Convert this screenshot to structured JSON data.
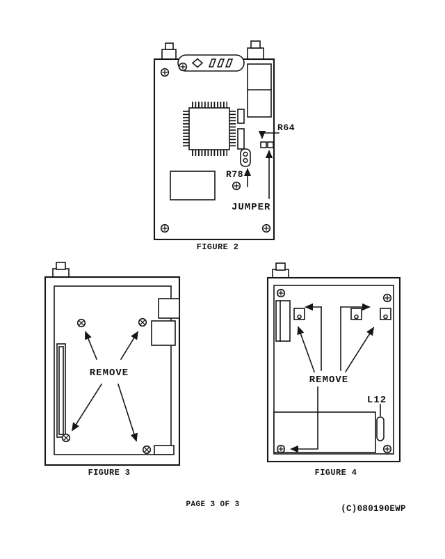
{
  "page": {
    "paper_color": "#ffffff",
    "ink_color": "#161616",
    "footer": {
      "page_number": "PAGE 3 OF 3",
      "copyright_code": "(C)080190EWP"
    }
  },
  "figures": {
    "figure2": {
      "caption": "FIGURE 2",
      "labels": {
        "r64": "R64",
        "r78": "R78",
        "jumper": "JUMPER"
      }
    },
    "figure3": {
      "caption": "FIGURE 3",
      "labels": {
        "remove": "REMOVE"
      }
    },
    "figure4": {
      "caption": "FIGURE 4",
      "labels": {
        "remove": "REMOVE",
        "l12": "L12"
      }
    }
  }
}
